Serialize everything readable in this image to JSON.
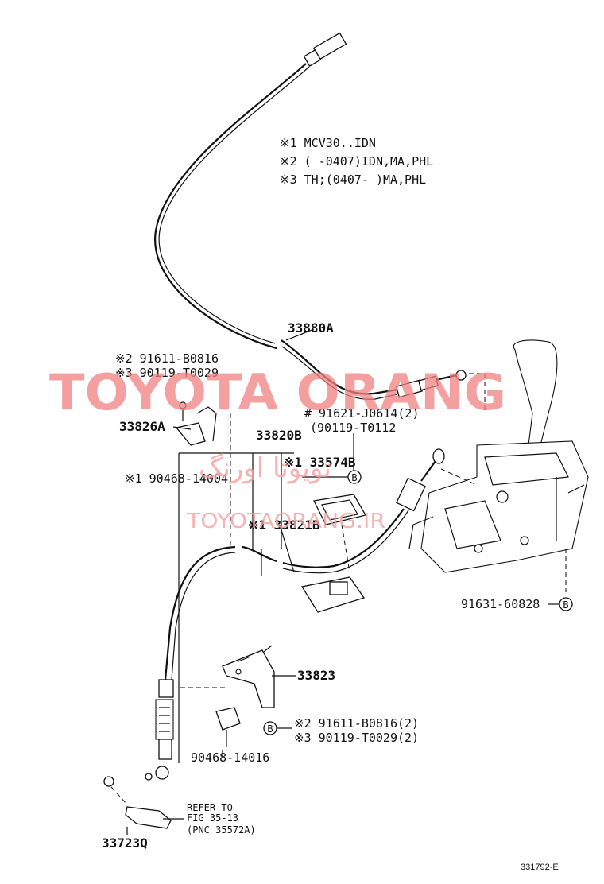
{
  "notes": [
    "※1 MCV30..IDN",
    "※2 (     -0407)IDN,MA,PHL",
    "※3 TH;(0407-     )MA,PHL"
  ],
  "parts": {
    "cable_main": "33880A",
    "bolt_left_1": "※2 91611-B0816",
    "bolt_left_2": "※3 90119-T0029",
    "bracket_left": "33826A",
    "cable_sub": "33820B",
    "bolt_top_1": "# 91621-J0614(2)",
    "bolt_top_2": "(90119-T0112",
    "clip_1": "※1 90468-14004",
    "retainer": "※1 33574B",
    "boot": "※1 33821B",
    "bracket_mid": "33823",
    "bolt_bottom_1": "※2 91611-B0816(2)",
    "bolt_bottom_2": "※3 90119-T0029(2)",
    "clip_2": "90468-14016",
    "shifter_bolt": "91631-60828",
    "lever_part": "33723Q",
    "refer_1": "REFER TO",
    "refer_2": "FIG 35-13",
    "refer_3": "(PNC 35572A)",
    "marker_b": "B"
  },
  "watermark": {
    "main": "TOYOTA ORANG",
    "arabic": "تويوتا اورنگ",
    "sub": "TOYOTAORANG.IR"
  },
  "figure_code": "331792-E"
}
